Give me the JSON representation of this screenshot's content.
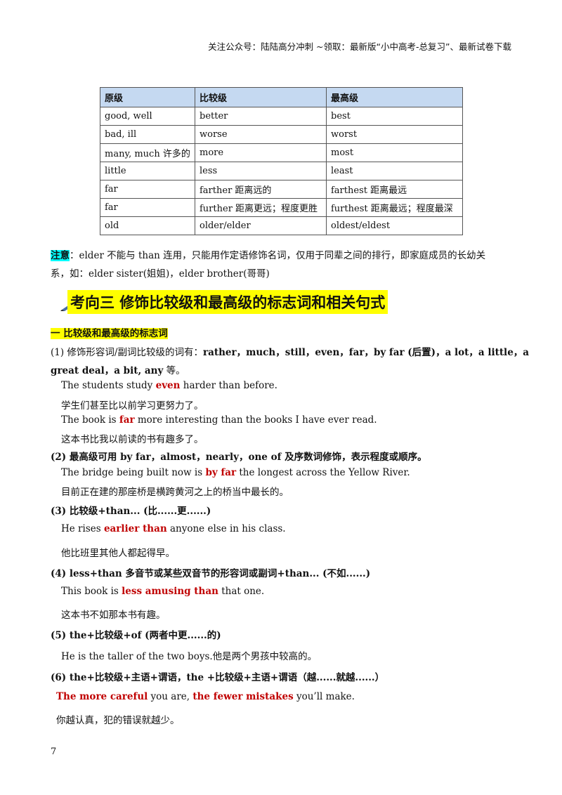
{
  "header": "关注公众号：陆陆高分冲刺 ~领取：最新版“小中高考-总复习”、最新试卷下载",
  "table": {
    "headers": [
      "原级",
      "比较级",
      "最高级"
    ],
    "rows": [
      [
        "good, well",
        "better",
        "best"
      ],
      [
        "bad, ill",
        "worse",
        "worst"
      ],
      [
        "many, much 许多的",
        "more",
        "most"
      ],
      [
        "little",
        "less",
        "least"
      ],
      [
        "far",
        "farther 距离远的",
        "farthest 距离最远"
      ],
      [
        "far",
        "further 距离更远；程度更胜",
        "furthest 距离最远；程度最深"
      ],
      [
        "old",
        "older/elder",
        "oldest/eldest"
      ]
    ]
  },
  "note": {
    "label": "注意",
    "line1": "：elder 不能与 than 连用，只能用作定语修饰名词，仅用于同辈之间的排行，即家庭成员的长幼关",
    "line2": "系，如：elder sister(姐姐)，elder brother(哥哥)"
  },
  "section_title": "考向三  修饰比较级和最高级的标志词和相关句式",
  "sub_title": "一    比较级和最高级的标志词",
  "item1": {
    "prefix": "(1)  修饰形容词/副词比较级的词有：",
    "words": "rather，much，still，even，far，by far (后置)，a lot，a little，a",
    "words2": "great deal，a bit, any",
    "suffix": " 等。"
  },
  "ex1": {
    "pre": "The students study ",
    "key": "even",
    "post": " harder than before.",
    "cn": "学生们甚至比以前学习更努力了。"
  },
  "ex2": {
    "pre": "The book is ",
    "key": "far",
    "post": " more interesting than the books I have ever read.",
    "cn": "这本书比我以前读的书有趣多了。"
  },
  "item2": "(2)  最高级可用 by far，almost，nearly，one of 及序数词修饰，表示程度或顺序。",
  "ex3": {
    "pre": "The bridge being built now is ",
    "key": "by far",
    "post": " the longest across the Yellow River.",
    "cn": "目前正在建的那座桥是横跨黄河之上的桥当中最长的。"
  },
  "item3": "(3)  比较级+than... (比......更......)",
  "ex4": {
    "pre": "He rises ",
    "key": "earlier than",
    "post": " anyone else in his class.",
    "cn": "他比班里其他人都起得早。"
  },
  "item4": "(4)  less+than  多音节或某些双音节的形容词或副词+than... (不如......)",
  "ex5": {
    "pre": "This book is ",
    "key": "less amusing than",
    "post": " that one.",
    "cn": "这本书不如那本书有趣。"
  },
  "item5": "(5)  the+比较级+of    (两者中更......的)",
  "ex6": "He is the taller of the two boys.他是两个男孩中较高的。",
  "item6": "(6)  the+比较级+主语+谓语，the +比较级+主语+谓语（越......就越......）",
  "ex7": {
    "key1": "The more careful",
    "mid": " you are, ",
    "key2": "the fewer mistakes",
    "post": " you’ll make.",
    "cn": "你越认真，犯的错误就越少。"
  },
  "page_number": "7"
}
